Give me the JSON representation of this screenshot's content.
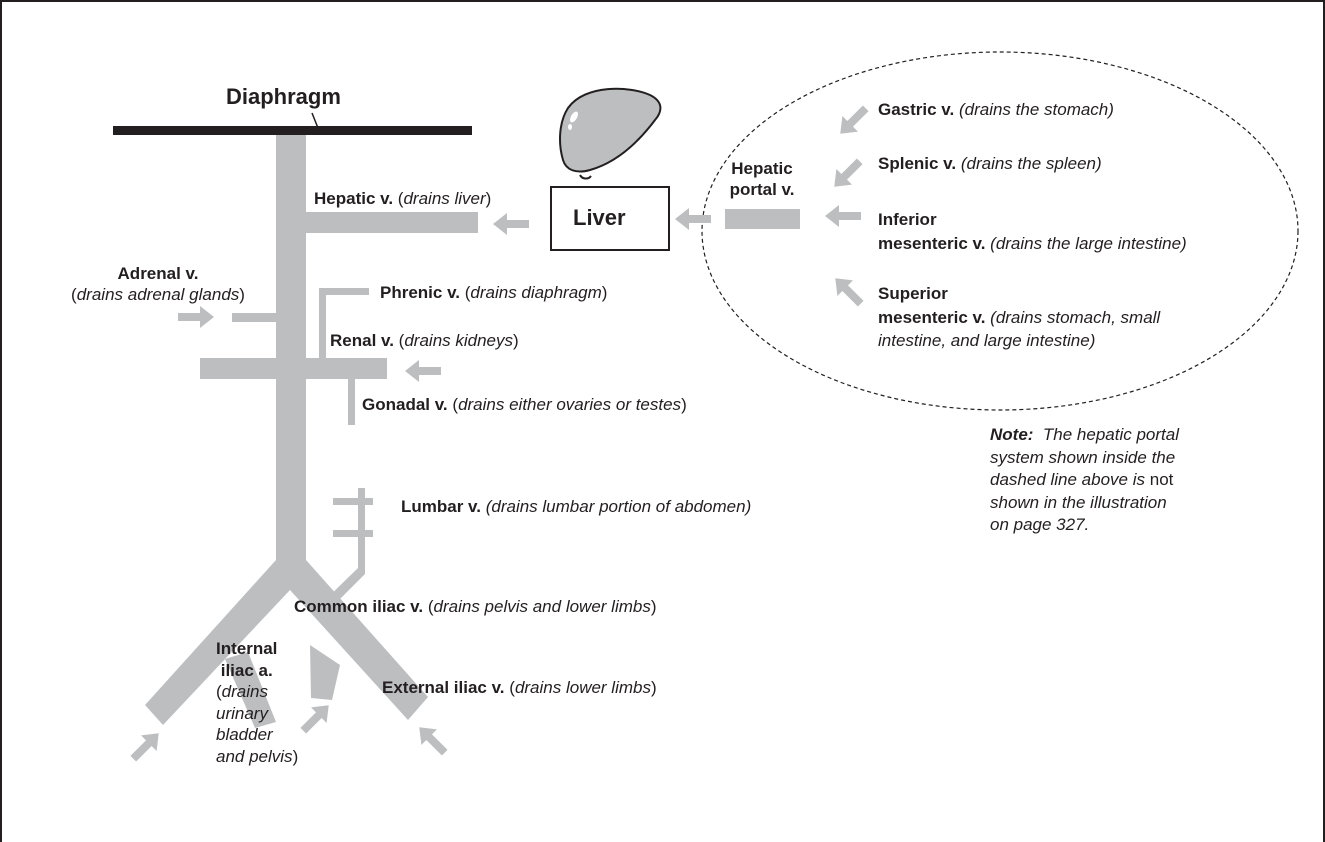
{
  "diaphragm": {
    "label": "Diaphragm"
  },
  "liver_box": {
    "label": "Liver"
  },
  "veins": {
    "hepatic": {
      "name": "Hepatic v.",
      "open": "(",
      "desc": "drains liver",
      "close": ")"
    },
    "adrenal": {
      "name": "Adrenal v.",
      "open": "(",
      "desc": "drains adrenal glands",
      "close": ")"
    },
    "phrenic": {
      "name": "Phrenic v.",
      "open": "(",
      "desc": "drains diaphragm",
      "close": ")"
    },
    "renal": {
      "name": "Renal v.",
      "open": "(",
      "desc": "drains kidneys",
      "close": ")"
    },
    "gonadal": {
      "name": "Gonadal v.",
      "open": "(",
      "desc": "drains either ovaries or testes",
      "close": ")"
    },
    "lumbar": {
      "name": "Lumbar v.",
      "desc": "(drains lumbar portion of abdomen)"
    },
    "common_iliac": {
      "name": "Common iliac v.",
      "open": "(",
      "desc": "drains pelvis and lower limbs",
      "close": ")"
    },
    "external_iliac": {
      "name": "External iliac v.",
      "open": "(",
      "desc": "drains lower limbs",
      "close": ")"
    },
    "internal_iliac": {
      "name_line1": "Internal",
      "name_line2": "iliac a.",
      "open": "(",
      "desc_line1": "drains",
      "desc_line2": "urinary",
      "desc_line3": "bladder",
      "desc_line4": "and pelvis",
      "close": ")"
    }
  },
  "portal_system": {
    "hepatic_portal_line1": "Hepatic",
    "hepatic_portal_line2": "portal v.",
    "gastric": {
      "name": "Gastric v.",
      "desc": "(drains the stomach)"
    },
    "splenic": {
      "name": "Splenic v.",
      "desc": "(drains the spleen)"
    },
    "inferior_mesenteric": {
      "name_line1": "Inferior",
      "name_line2": "mesenteric v.",
      "desc": "(drains the large intestine)"
    },
    "superior_mesenteric": {
      "name_line1": "Superior",
      "name_line2": "mesenteric v.",
      "desc_line1": "(drains stomach, small",
      "desc_line2": "intestine, and large intestine)"
    }
  },
  "note": {
    "label": "Note:",
    "line1": "The hepatic portal",
    "line2": "system shown inside the",
    "line3_italic": "dashed line above is",
    "line3_plain": "not",
    "line4": "shown in the illustration",
    "line5": "on page 327."
  },
  "colors": {
    "vein_gray": "#bcbec0",
    "ink": "#231f20"
  },
  "icons": {
    "liver": "liver-icon",
    "flow_arrow": "arrow-icon"
  }
}
